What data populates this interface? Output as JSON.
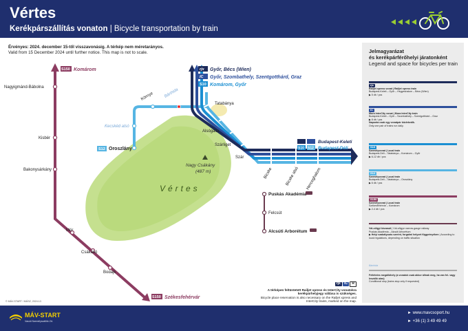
{
  "header": {
    "title": "Vértes",
    "subtitle_hu": "Kerékpárszállítás vonaton",
    "subtitle_sep": " | ",
    "subtitle_en": "Bicycle transportation by train"
  },
  "notice": {
    "hu": "Érvényes: 2024. december 15-től visszavonásig. A térkép nem méretarányos.",
    "en": "Valid from 15 December 2024 until further notice. This map is not to scale."
  },
  "map": {
    "region_label": "Vértes",
    "peak_name": "Nagy Csákány",
    "peak_height": "(487 m)",
    "routes": {
      "top_1": "Győr, Bécs (Wien)",
      "top_2": "Győr, Szombathely, Szentgotthárd, Graz",
      "top_3": "Komárom, Győr",
      "top_3_badge": "S10",
      "east_1": "Budapest-Keleti",
      "east_2": "Budapest-Déli",
      "east_2_badges": [
        "S10",
        "S12"
      ],
      "s12_badge": "S12",
      "s12_terminus": "Oroszlány",
      "s150_badge": "S150",
      "s150_north": "Komárom",
      "s150_south": "Székesfehérvár"
    },
    "stations": {
      "tatabanya": "Tatabánya",
      "alsogalla": "Alsógalla",
      "szarliget": "Szárliget",
      "szar": "Szár",
      "bicske": "Bicske",
      "bicske_also": "Bicske alsó",
      "herceghalom": "Herceghalom",
      "kornye": "Környe",
      "banhida": "Bánhida",
      "kecskedalso": "Kecskéd alsó",
      "nagyigmand": "Nagyigmánd-Bábolna",
      "kisber": "Kisbér",
      "bakonysarkany": "Bakonysárkány",
      "mor": "Mór",
      "csakako": "Csákákó",
      "bodajk": "Bodajk",
      "puskas": "Puskás Akadémia",
      "felcsut": "Felcsút",
      "alcsut": "Alcsúti Arborétum"
    }
  },
  "legend": {
    "title_hu": "Jelmagyarázat",
    "title_hu2": "és kerékpárférőhelyi járatonként",
    "title_en": "Legend and space for bicycles per train",
    "items": [
      {
        "tag": "rjx",
        "head": "Railjet xpress vonat | Railjet xpress train",
        "line": "Budapest-Keleti – Győr – Hegyeshalom – Bécs (Wien)",
        "cap": "5 db / pcs"
      },
      {
        "tag": "IC",
        "head": "Mura InterCity vonat | Mura InterCity train",
        "line": "Budapest-Keleti – Győr – Szombathely – Szentgotthárd – Graz",
        "cap": "8 db / pcs",
        "extra1": "Naponta csak egy vonatpár közlekedik.",
        "extra2": "Only one pair of trains run daily."
      },
      {
        "tag": "S10",
        "head": "Személyvonat | Local train",
        "line": "Budapest-Déli – Tatabánya – Komárom – Győr",
        "cap": "6-12 db / pcs"
      },
      {
        "tag": "S12",
        "head": "Személyvonat | Local train",
        "line": "Budapest-Déli – Tatabánya – Oroszlány",
        "cap": "6 db / pcs"
      },
      {
        "tag": "S150",
        "head": "Személyvonat | Local train",
        "line": "Székesfehérvár – Komárom",
        "cap": "2-4 db / pcs"
      }
    ],
    "narrow_hu": "Vál-völgyi kisvasút",
    "narrow_en": "Vál-völgye narrow-gauge railway",
    "narrow_line": "Puskás Akadémia – Alcsúti Arborétum",
    "narrow_rule_hu": "Helyi szabályozás szerint, forgalmi helyzet függvényében",
    "narrow_rule_en": "According to local regulations, depending on traffic situation",
    "request_name": "Bánhida",
    "request_hu": "Feltételes megállóhely (a vonatok csak akkor állnak meg, ha van fel- vagy leszálló utas)",
    "request_en": "Conditional stop (trains stop only if requested)"
  },
  "map_note": {
    "hu": "A térképen feltüntetett Railjet xpress és InterCity vonatokra kerékpárhelyjegy váltása is szükséges.",
    "en": "Bicycle place reservation is also necessary on the Railjet xpress and InterCity trains, marked on the map.",
    "icons": [
      "rjx",
      "IC",
      "R"
    ]
  },
  "footer": {
    "logo": "MÁV-START",
    "logo_sub": "Vasúti Személyszállító Zrt.",
    "web": "www.mavcsoport.hu",
    "phone": "+36 (1) 3 49 49 49"
  },
  "copyright": "© MÁV-START / MÁSZ, 2024.12.",
  "colors": {
    "navy": "#1f2f6e",
    "rjx": "#1d2b5a",
    "ic": "#2d4f9c",
    "s10": "#1b8fd2",
    "s12": "#56b5e3",
    "s150": "#8c3c61",
    "narrow": "#6a3a4f",
    "forest": "#b9d97d",
    "accent": "#9acd32"
  }
}
